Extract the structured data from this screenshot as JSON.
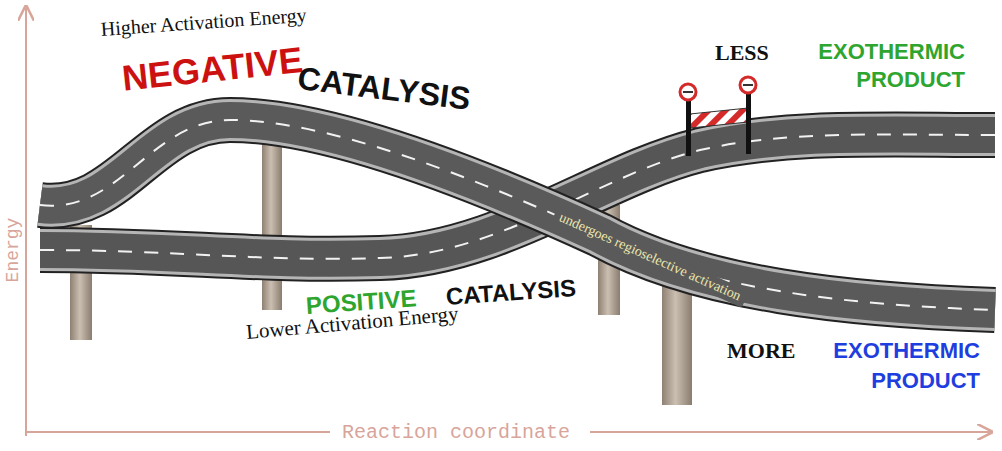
{
  "diagram": {
    "labels": [
      "Higher Activation Energy",
      "NEGATIVE",
      "CATALYSIS",
      "LESS",
      "EXOTHERMIC PRODUCT",
      "undergoes regioselective activation",
      "POSITIVE",
      "CATALYSIS",
      "Lower Activation Energy",
      "MORE",
      "EXOTHERMIC PRODUCT",
      "Energy",
      "Reaction coordinate"
    ]
  }
}
